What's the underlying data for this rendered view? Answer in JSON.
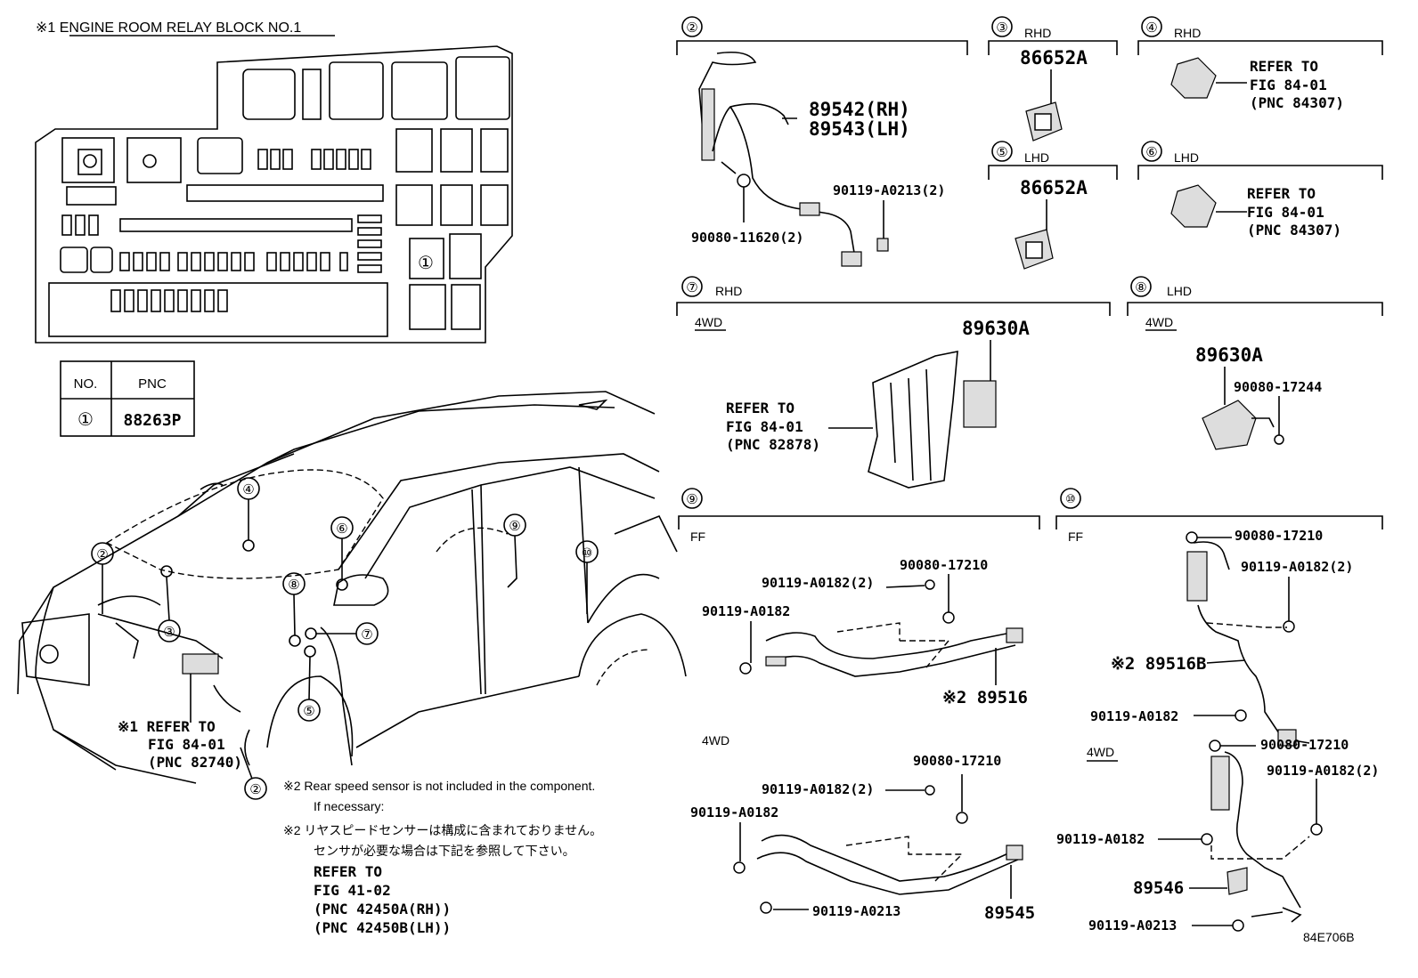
{
  "relay_block": {
    "title": "※1 ENGINE ROOM RELAY BLOCK NO.1",
    "table": {
      "headers": [
        "NO.",
        "PNC"
      ],
      "rows": [
        {
          "no": "①",
          "pnc": "88263P"
        }
      ]
    },
    "callout": "①"
  },
  "sections": {
    "s2": {
      "num": "②",
      "labels": {
        "p1": "89542(RH)",
        "p2": "89543(LH)",
        "p3": "90119-A0213(2)",
        "p4": "90080-11620(2)"
      }
    },
    "s3": {
      "num": "③",
      "side": "RHD",
      "labels": {
        "p1": "86652A"
      }
    },
    "s4": {
      "num": "④",
      "side": "RHD",
      "labels": {
        "r1": "REFER TO",
        "r2": "FIG 84-01",
        "r3": "(PNC 84307)"
      }
    },
    "s5": {
      "num": "⑤",
      "side": "LHD",
      "labels": {
        "p1": "86652A"
      }
    },
    "s6": {
      "num": "⑥",
      "side": "LHD",
      "labels": {
        "r1": "REFER TO",
        "r2": "FIG 84-01",
        "r3": "(PNC 84307)"
      }
    },
    "s7": {
      "num": "⑦",
      "side": "RHD",
      "drive": "4WD",
      "labels": {
        "p1": "89630A",
        "r1": "REFER TO",
        "r2": "FIG 84-01",
        "r3": "(PNC 82878)"
      }
    },
    "s8": {
      "num": "⑧",
      "side": "LHD",
      "drive": "4WD",
      "labels": {
        "p1": "89630A",
        "p2": "90080-17244"
      }
    },
    "s9": {
      "num": "⑨",
      "drive": "FF",
      "drive2": "4WD",
      "labels": {
        "a1": "90080-17210",
        "a2": "90119-A0182(2)",
        "a3": "90119-A0182",
        "a4": "※2 89516",
        "b1": "90080-17210",
        "b2": "90119-A0182(2)",
        "b3": "90119-A0182",
        "b4": "90119-A0213",
        "b5": "89545"
      }
    },
    "s10": {
      "num": "⑩",
      "drive": "FF",
      "drive2": "4WD",
      "labels": {
        "a1": "90080-17210",
        "a2": "90119-A0182(2)",
        "a3": "※2 89516B",
        "a4": "90119-A0182",
        "b1": "90080-17210",
        "b2": "90119-A0182(2)",
        "b3": "90119-A0182",
        "b4": "89546",
        "b5": "90119-A0213"
      }
    }
  },
  "car_callouts": [
    "②",
    "③",
    "④",
    "⑥",
    "⑧",
    "⑦",
    "⑤",
    "⑨",
    "⑩",
    "②"
  ],
  "car_refer": {
    "r1": "※1 REFER TO",
    "r2": "FIG 84-01",
    "r3": "(PNC 82740)"
  },
  "notes": {
    "n1": "※2 Rear speed sensor is not included in the component.",
    "n2": "If necessary:",
    "n3": "※2 リヤスピードセンサーは構成に含まれておりません。",
    "n4": "センサが必要な場合は下記を参照して下さい。",
    "r1": "REFER TO",
    "r2": "FIG 41-02",
    "r3": "(PNC 42450A(RH))",
    "r4": "(PNC 42450B(LH))"
  },
  "figure_code": "84E706B"
}
